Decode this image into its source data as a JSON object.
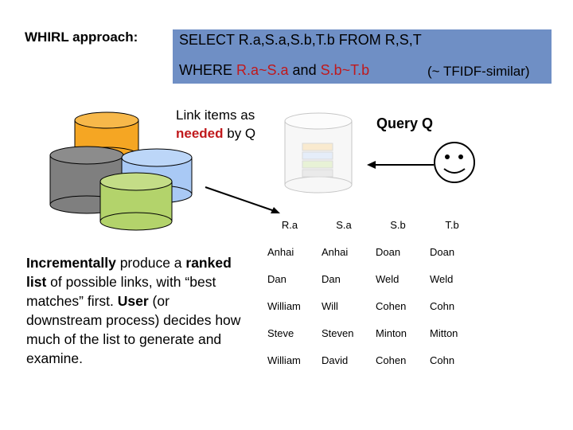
{
  "header": {
    "approach_label": "WHIRL approach:",
    "sql_line1": "SELECT R.a,S.a,S.b,T.b FROM R,S,T",
    "sql_where_prefix": "WHERE ",
    "sql_where_red": "R.a~S.a",
    "sql_where_mid": " and ",
    "sql_where_red2": "S.b~T.b",
    "sql_note": "(~ TFIDF-similar)"
  },
  "link_note": {
    "line1": "Link items as",
    "needed_red": "needed",
    "by_q": " by Q"
  },
  "query_label": "Query Q",
  "description": {
    "b1": "Incrementally",
    "t1": " produce a ",
    "b2": "ranked list",
    "t2": " of possible links, with “best matches” first. ",
    "b3": "User",
    "t3": " (or downstream process) decides how much of the list to generate and examine."
  },
  "table": {
    "headers": [
      "R.a",
      "S.a",
      "S.b",
      "T.b"
    ],
    "rows": [
      [
        "Anhai",
        "Anhai",
        "Doan",
        "Doan"
      ],
      [
        "Dan",
        "Dan",
        "Weld",
        "Weld"
      ],
      [
        "William",
        "Will",
        "Cohen",
        "Cohn"
      ],
      [
        "Steve",
        "Steven",
        "Minton",
        "Mitton"
      ],
      [
        "William",
        "David",
        "Cohen",
        "Cohn"
      ]
    ]
  },
  "colors": {
    "sql_box": "#6f8fc5",
    "red_text": "#c0191c",
    "db_orange": "#f5a623",
    "db_gray": "#7f7f7f",
    "db_blue": "#a9c9f5",
    "db_green": "#b3d36b"
  },
  "icons": {
    "smiley": "smiley-face-icon",
    "databases": "database-icon"
  }
}
